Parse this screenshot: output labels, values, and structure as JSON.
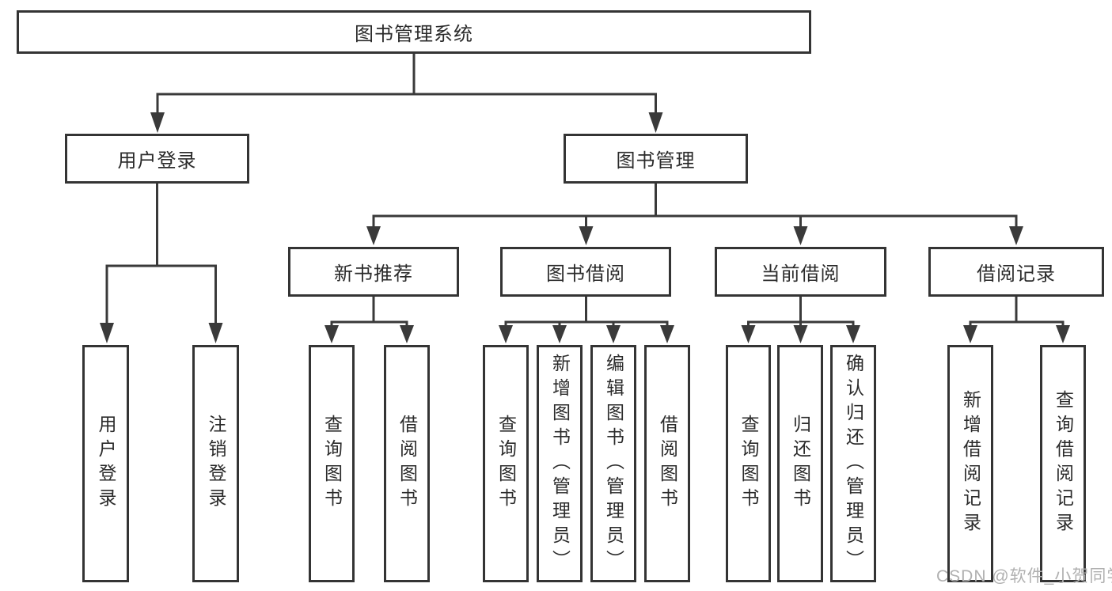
{
  "diagram": {
    "type": "hierarchy-tree",
    "title": "图书管理系统",
    "tree": {
      "label": "图书管理系统",
      "children": [
        {
          "label": "用户登录",
          "children": [
            {
              "label": "用户登录"
            },
            {
              "label": "注销登录"
            }
          ]
        },
        {
          "label": "图书管理",
          "children": [
            {
              "label": "新书推荐",
              "children": [
                {
                  "label": "查询图书"
                },
                {
                  "label": "借阅图书"
                }
              ]
            },
            {
              "label": "图书借阅",
              "children": [
                {
                  "label": "查询图书"
                },
                {
                  "label": "新增图书（管理员）"
                },
                {
                  "label": "编辑图书（管理员）"
                },
                {
                  "label": "借阅图书"
                }
              ]
            },
            {
              "label": "当前借阅",
              "children": [
                {
                  "label": "查询图书"
                },
                {
                  "label": "归还图书"
                },
                {
                  "label": "确认归还（管理员）"
                }
              ]
            },
            {
              "label": "借阅记录",
              "children": [
                {
                  "label": "新增借阅记录"
                },
                {
                  "label": "查询借阅记录"
                }
              ]
            }
          ]
        }
      ]
    },
    "watermark": "CSDN @软件_小贺同学",
    "colors": {
      "line": "#3a3a3a",
      "box_border": "#343434",
      "text": "#2b2b2b",
      "watermark": "#b0b0b0",
      "background": "#ffffff"
    }
  }
}
